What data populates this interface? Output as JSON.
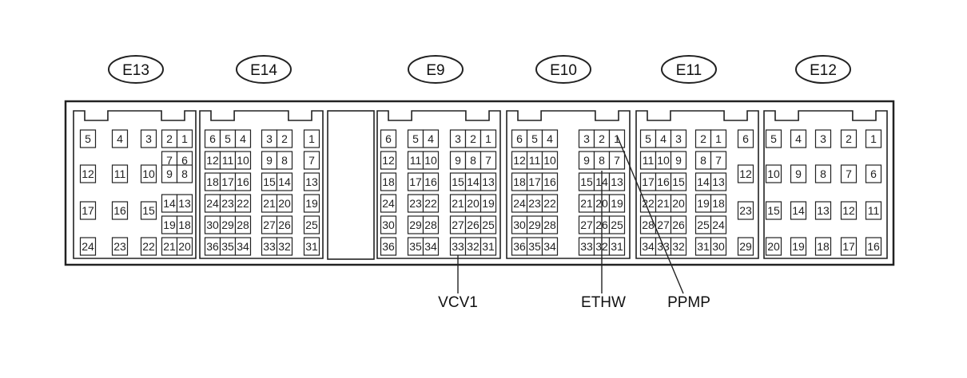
{
  "connectors": [
    {
      "id": "E13",
      "rows": [
        [
          "5",
          "4",
          "3",
          "2",
          "1"
        ],
        [
          "7",
          "6"
        ],
        [
          "12",
          "11",
          "10",
          "9",
          "8"
        ],
        [
          "14",
          "13"
        ],
        [
          "17",
          "16",
          "15",
          "19",
          "18"
        ],
        [
          "24",
          "23",
          "22",
          "21",
          "20"
        ]
      ]
    },
    {
      "id": "E14",
      "rows": [
        [
          "6",
          "5",
          "4",
          "3",
          "2",
          "1"
        ],
        [
          "12",
          "11",
          "10",
          "9",
          "8",
          "7"
        ],
        [
          "18",
          "17",
          "16",
          "15",
          "14",
          "13"
        ],
        [
          "24",
          "23",
          "22",
          "21",
          "20",
          "19"
        ],
        [
          "30",
          "29",
          "28",
          "27",
          "26",
          "25"
        ],
        [
          "36",
          "35",
          "34",
          "33",
          "32",
          "31"
        ]
      ]
    },
    {
      "id": "E9",
      "rows": [
        [
          "6",
          "5",
          "4",
          "3",
          "2",
          "1"
        ],
        [
          "12",
          "11",
          "10",
          "9",
          "8",
          "7"
        ],
        [
          "18",
          "17",
          "16",
          "15",
          "14",
          "13"
        ],
        [
          "24",
          "23",
          "22",
          "21",
          "20",
          "19"
        ],
        [
          "30",
          "29",
          "28",
          "27",
          "26",
          "25"
        ],
        [
          "36",
          "35",
          "34",
          "33",
          "32",
          "31"
        ]
      ]
    },
    {
      "id": "E10",
      "rows": [
        [
          "6",
          "5",
          "4",
          "3",
          "2",
          "1"
        ],
        [
          "12",
          "11",
          "10",
          "9",
          "8",
          "7"
        ],
        [
          "18",
          "17",
          "16",
          "15",
          "14",
          "13"
        ],
        [
          "24",
          "23",
          "22",
          "21",
          "20",
          "19"
        ],
        [
          "30",
          "29",
          "28",
          "27",
          "26",
          "25"
        ],
        [
          "36",
          "35",
          "34",
          "33",
          "32",
          "31"
        ]
      ]
    },
    {
      "id": "E11",
      "rows": [
        [
          "5",
          "4",
          "3",
          "2",
          "1",
          "6"
        ],
        [
          "11",
          "10",
          "9",
          "8",
          "7"
        ],
        [
          "17",
          "16",
          "15",
          "14",
          "13",
          "12"
        ],
        [
          "22",
          "21",
          "20",
          "19",
          "18"
        ],
        [
          "28",
          "27",
          "26",
          "25",
          "24",
          "23"
        ],
        [
          "34",
          "33",
          "32",
          "31",
          "30",
          "29"
        ]
      ]
    },
    {
      "id": "E12",
      "rows": [
        [
          "5",
          "4",
          "3",
          "2",
          "1"
        ],
        [
          "10",
          "9",
          "8",
          "7",
          "6"
        ],
        [
          "15",
          "14",
          "13",
          "12",
          "11"
        ],
        [
          "20",
          "19",
          "18",
          "17",
          "16"
        ]
      ]
    }
  ],
  "callouts": [
    {
      "label": "VCV1"
    },
    {
      "label": "ETHW"
    },
    {
      "label": "PPMP"
    }
  ]
}
